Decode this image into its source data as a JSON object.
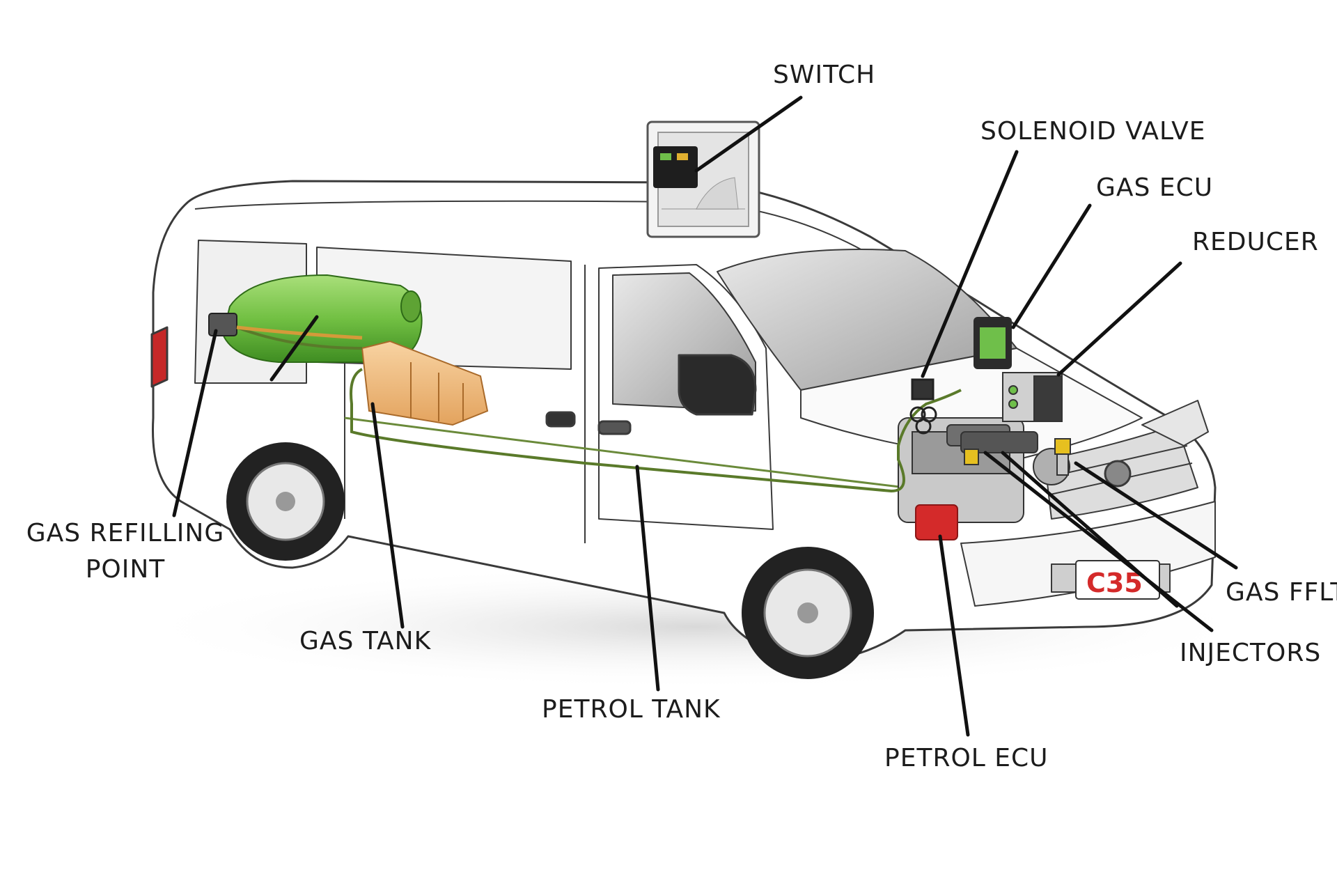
{
  "diagram": {
    "vehicle": {
      "plate_text": "C35",
      "body_color": "#ffffff",
      "outline_color": "#3a3a3a",
      "gas_tank_color": "#7cc74a",
      "petrol_tank_color": "#f0b978",
      "pipe_color": "#5a7a2a",
      "petrol_ecu_color": "#d42a2a",
      "leader_color": "#111111"
    },
    "labels": {
      "switch": "SWITCH",
      "solenoid_valve": "SOLENOID VALVE",
      "gas_ecu": "GAS ECU",
      "reducer": "REDUCER",
      "gas_refilling_point_line1": "GAS REFILLING",
      "gas_refilling_point_line2": "POINT",
      "gas_tank": "GAS TANK",
      "petrol_tank": "PETROL TANK",
      "petrol_ecu": "PETROL ECU",
      "gas_filter": "GAS FFLT",
      "injectors": "INJECTORS"
    }
  }
}
